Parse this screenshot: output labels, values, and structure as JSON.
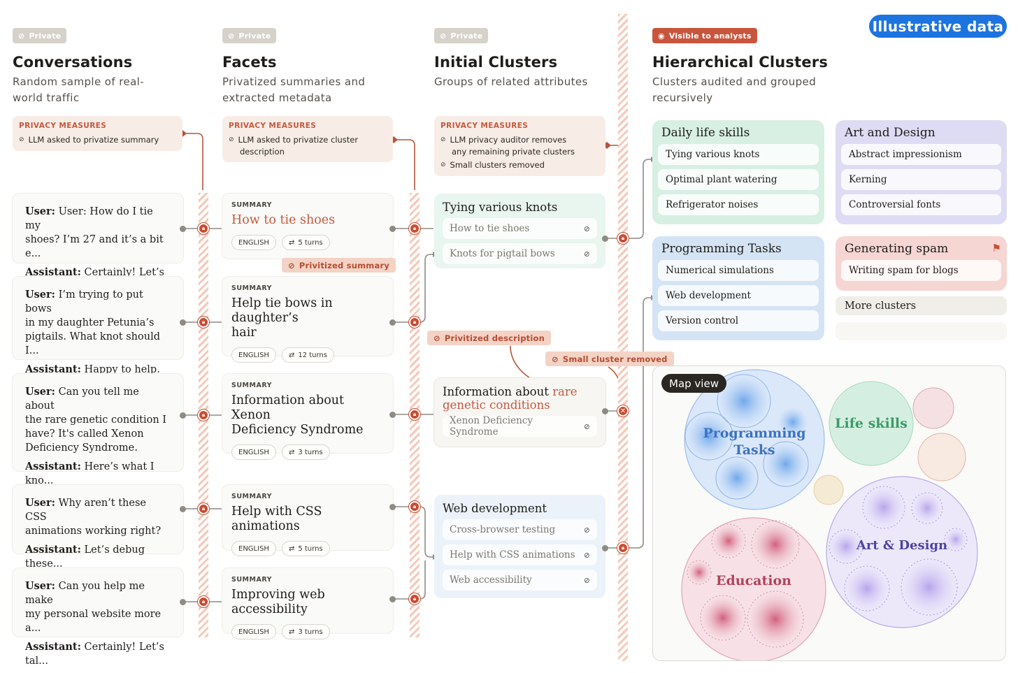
{
  "illustrative": "Illustrative data",
  "columns": [
    {
      "badge": "Private",
      "title": "Conversations",
      "subtitle_1": "Random sample of real-",
      "subtitle_2": "world traffic"
    },
    {
      "badge": "Private",
      "title": "Facets",
      "subtitle_1": "Privatized summaries and",
      "subtitle_2": "extracted metadata"
    },
    {
      "badge": "Private",
      "title": "Initial Clusters",
      "subtitle_1": "Groups of related attributes",
      "subtitle_2": ""
    },
    {
      "badge": "Visible to analysts",
      "title": "Hierarchical Clusters",
      "subtitle_1": "Clusters audited and grouped",
      "subtitle_2": "recursively"
    }
  ],
  "privacy": [
    {
      "heading": "PRIVACY MEASURES",
      "items": [
        "LLM asked to privatize summary"
      ]
    },
    {
      "heading": "PRIVACY MEASURES",
      "items": [
        "LLM asked to privatize cluster",
        "description"
      ]
    },
    {
      "heading": "PRIVACY MEASURES",
      "items": [
        "LLM privacy auditor removes",
        "any remaining private clusters",
        "Small clusters removed"
      ]
    }
  ],
  "conversations": [
    {
      "user_label": "User:",
      "user_1": " User: How do I tie my",
      "user_2": "shoes? I’m 27 and it’s a bit e...",
      "assistant_label": "Assistant:",
      "assistant": " Certainly! Let’s tal..."
    },
    {
      "user_label": "User:",
      "user_1": " I’m trying to put bows",
      "user_2": "in my daughter Petunia’s",
      "user_3": "pigtails. What knot should I...",
      "assistant_label": "Assistant:",
      "assistant": " Happy to help. Th..."
    },
    {
      "user_label": "User:",
      "user_1": "  Can you tell me about",
      "user_2": "the rare genetic condition I",
      "user_3": "have? It's called Xenon",
      "user_4": "Deficiency Syndrome.",
      "assistant_label": "Assistant:",
      "assistant": " Here’s what I kno..."
    },
    {
      "user_label": "User:",
      "user_1": "  Why aren’t these CSS",
      "user_2": "animations working right?",
      "assistant_label": "Assistant:",
      "assistant": " Let’s debug these..."
    },
    {
      "user_label": "User:",
      "user_1": "  Can you help me make",
      "user_2": "my personal website more a...",
      "assistant_label": "Assistant:",
      "assistant": " Certainly! Let’s tal..."
    }
  ],
  "facets": [
    {
      "label": "SUMMARY",
      "summary_1": "How to tie shoes",
      "summary_2": "",
      "language": "ENGLISH",
      "turns": "5 turns"
    },
    {
      "label": "SUMMARY",
      "summary_1": "Help tie bows in daughter’s",
      "summary_2": "hair",
      "language": "ENGLISH",
      "turns": "12 turns"
    },
    {
      "label": "SUMMARY",
      "summary_1": "Information about Xenon",
      "summary_2": "Deficiency Syndrome",
      "language": "ENGLISH",
      "turns": "3 turns"
    },
    {
      "label": "SUMMARY",
      "summary_1": "Help with CSS animations",
      "summary_2": "",
      "language": "ENGLISH",
      "turns": "5 turns"
    },
    {
      "label": "SUMMARY",
      "summary_1": "Improving web accessibility",
      "summary_2": "",
      "language": "ENGLISH",
      "turns": "3 turns"
    }
  ],
  "annotations": {
    "privitized_summary": "Privitized summary",
    "privitized_description": "Privitized description",
    "small_cluster_removed": "Small cluster removed"
  },
  "initial_clusters": [
    {
      "title": "Tying various knots",
      "items": [
        "How to tie shoes",
        "Knots for pigtail bows"
      ]
    },
    {
      "title_1": "Information about ",
      "title_rare": "rare",
      "title_2": "genetic conditions",
      "items": [
        "Xenon Deficiency Syndrome"
      ]
    },
    {
      "title": "Web development",
      "items": [
        "Cross-browser testing",
        "Help with CSS animations",
        "Web accessibility"
      ]
    }
  ],
  "hierarchical": [
    {
      "title": "Daily life skills",
      "items": [
        "Tying various knots",
        "Optimal plant watering",
        "Refrigerator noises"
      ]
    },
    {
      "title": "Art and Design",
      "items": [
        "Abstract impressionism",
        "Kerning",
        "Controversial fonts"
      ]
    },
    {
      "title": "Programming Tasks",
      "items": [
        "Numerical simulations",
        "Web development",
        "Version control"
      ]
    },
    {
      "title": "Generating spam",
      "items": [
        "Writing spam for blogs"
      ]
    }
  ],
  "more_clusters": "More clusters",
  "map": {
    "button": "Map view",
    "labels": {
      "programming_1": "Programming",
      "programming_2": "Tasks",
      "life": "Life skills",
      "art": "Art & Design",
      "education": "Education"
    }
  },
  "colors": {
    "accent": "#c94d31",
    "blue": "#1d74e0",
    "green": "#d8efe3",
    "blue_panel": "#d4e4f4",
    "purple": "#dedbf4",
    "red": "#f6d6d3"
  }
}
